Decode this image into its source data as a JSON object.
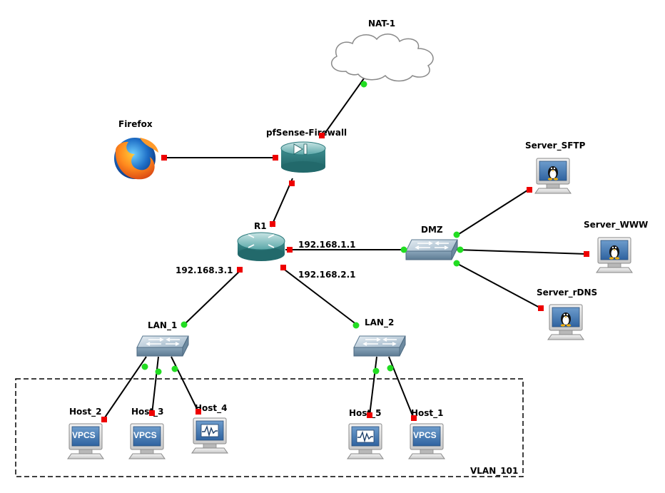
{
  "topology": {
    "nodes": {
      "nat": {
        "label": "NAT-1",
        "icon": "cloud-icon"
      },
      "firewall": {
        "label": "pfSense-Firewall",
        "icon": "firewall-icon"
      },
      "firefox": {
        "label": "Firefox",
        "icon": "firefox-icon"
      },
      "r1": {
        "label": "R1",
        "icon": "router-icon"
      },
      "dmz": {
        "label": "DMZ",
        "icon": "switch-icon"
      },
      "lan1": {
        "label": "LAN_1",
        "icon": "switch-icon"
      },
      "lan2": {
        "label": "LAN_2",
        "icon": "switch-icon"
      },
      "server_sftp": {
        "label": "Server_SFTP",
        "icon": "linux-server-icon"
      },
      "server_www": {
        "label": "Server_WWW",
        "icon": "linux-server-icon"
      },
      "server_rdns": {
        "label": "Server_rDNS",
        "icon": "linux-server-icon"
      },
      "host2": {
        "label": "Host_2",
        "icon": "vpcs-icon",
        "screen_text": "VPCS"
      },
      "host3": {
        "label": "Host_3",
        "icon": "vpcs-icon",
        "screen_text": "VPCS"
      },
      "host4": {
        "label": "Host_4",
        "icon": "workstation-icon"
      },
      "host5": {
        "label": "Host_5",
        "icon": "workstation-icon"
      },
      "host1": {
        "label": "Host_1",
        "icon": "vpcs-icon",
        "screen_text": "VPCS"
      }
    },
    "interface_labels": {
      "r1_dmz": "192.168.1.1",
      "r1_lan2": "192.168.2.1",
      "r1_lan1": "192.168.3.1"
    },
    "vlan_box": {
      "label": "VLAN_101"
    },
    "colors": {
      "link_up": "#22dd22",
      "link_down": "#ee0000",
      "device_teal": "#3a8a8c",
      "switch_blue": "#7f9fb8",
      "cloud_stroke": "#808080"
    }
  }
}
